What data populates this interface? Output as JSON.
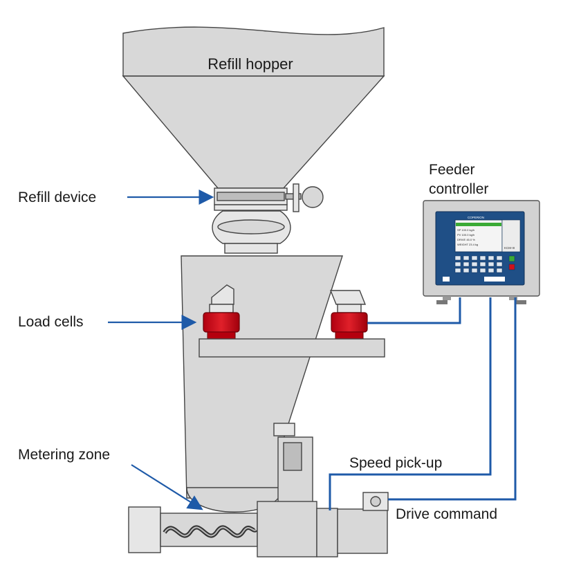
{
  "labels": {
    "refill_hopper": "Refill hopper",
    "refill_device": "Refill device",
    "load_cells": "Load cells",
    "metering_zone": "Metering zone",
    "feeder_controller_line1": "Feeder",
    "feeder_controller_line2": "controller",
    "speed_pickup": "Speed pick-up",
    "drive_command": "Drive command"
  },
  "controller_screen": {
    "brand": "COPERION",
    "rows": [
      "SP 100.0 kg/h",
      "PV 100.0 kg/h",
      "DRIVE 45.0 %",
      "WEIGHT 23.4 kg"
    ],
    "model": "KCM-III"
  },
  "colors": {
    "wire": "#1e5aa8",
    "arrow": "#1e5aa8",
    "load_cell": "#d0101a",
    "controller_panel": "#1f4f86",
    "screen_green": "#3aaa35",
    "steel": "#d8d8d8"
  }
}
